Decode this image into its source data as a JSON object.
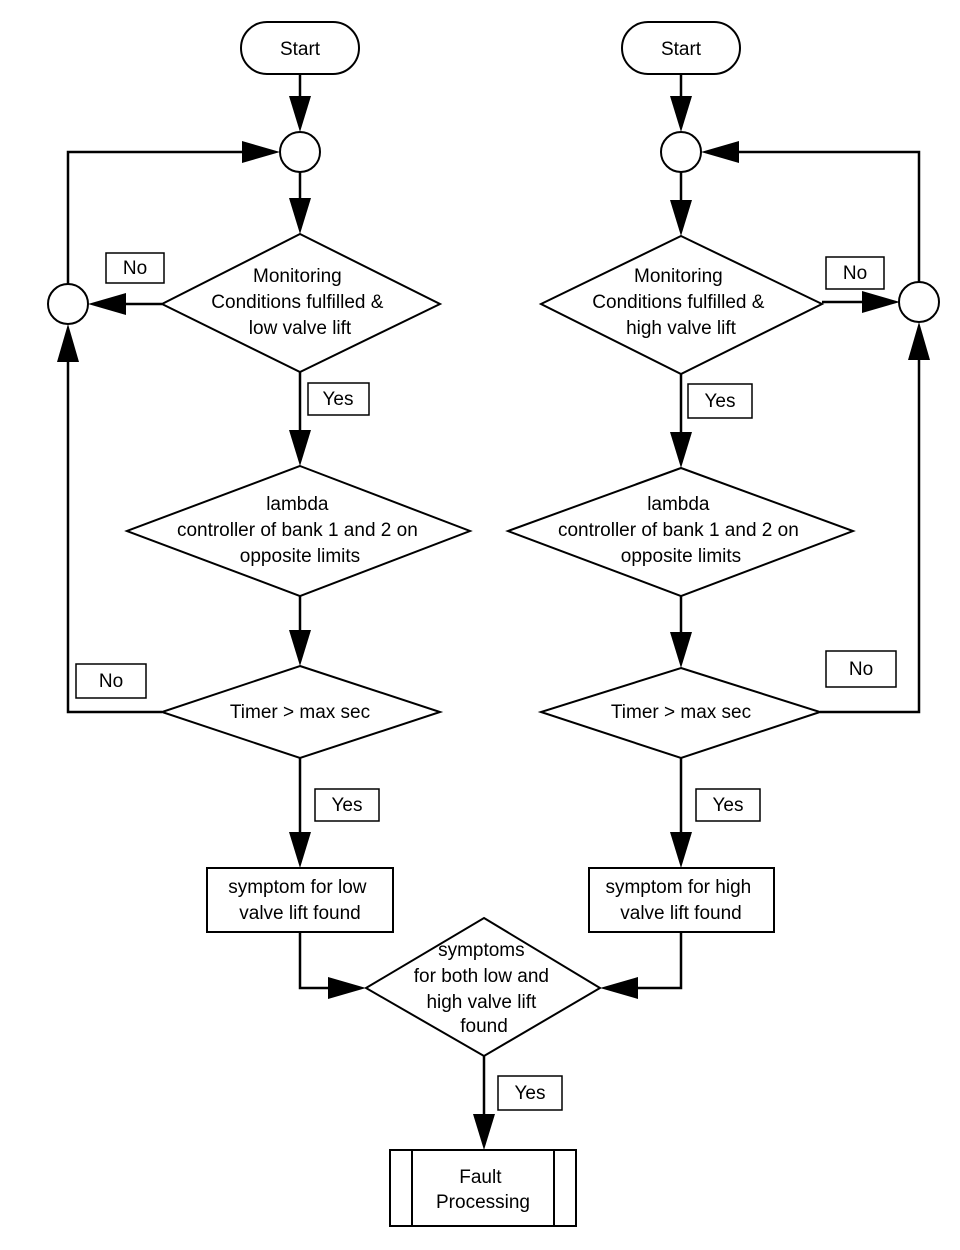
{
  "left": {
    "start": "Start",
    "monitoring": [
      "Monitoring",
      "Conditions fulfilled &",
      "low valve lift"
    ],
    "lambda": [
      "lambda",
      "controller of bank 1 and 2 on",
      "opposite limits"
    ],
    "timer": "Timer > max sec",
    "symptom": [
      "symptom for low",
      "valve lift found"
    ],
    "no_monitoring": "No",
    "yes_monitoring": "Yes",
    "no_timer": "No",
    "yes_timer": "Yes"
  },
  "right": {
    "start": "Start",
    "monitoring": [
      "Monitoring",
      "Conditions fulfilled &",
      "high valve lift"
    ],
    "lambda": [
      "lambda",
      "controller of bank 1 and 2 on",
      "opposite limits"
    ],
    "timer": "Timer > max sec",
    "symptom": [
      "symptom for high",
      "valve lift found"
    ],
    "no_monitoring": "No",
    "yes_monitoring": "Yes",
    "no_timer": "No",
    "yes_timer": "Yes"
  },
  "combine": {
    "decision": [
      "symptoms",
      "for both low and",
      "high valve lift",
      "found"
    ],
    "yes": "Yes",
    "fault": [
      "Fault",
      "Processing"
    ]
  }
}
